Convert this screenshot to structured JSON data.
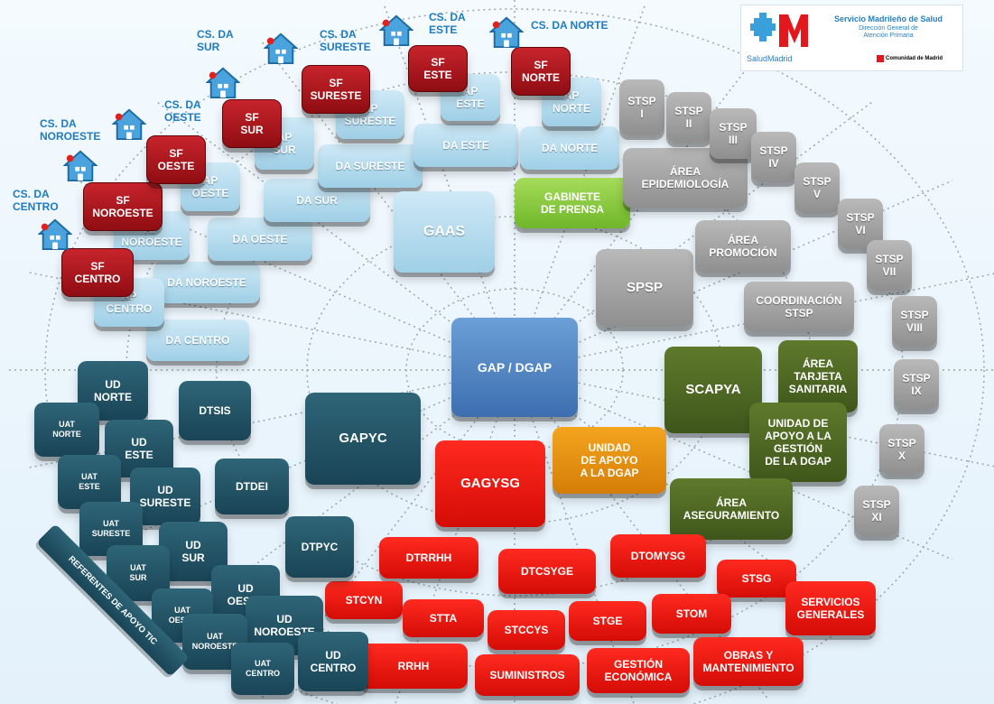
{
  "logo": {
    "org_name": "Servicio Madrileño de Salud",
    "subtitle": "Dirección General de\nAtención Primaria",
    "region": "Comunidad de Madrid",
    "brand": "SaludMadrid"
  },
  "centers": [
    {
      "label": "CS. DA\nCENTRO"
    },
    {
      "label": "CS. DA\nNOROESTE"
    },
    {
      "label": "CS. DA\nOESTE"
    },
    {
      "label": "CS. DA\nSUR"
    },
    {
      "label": "CS. DA\nSURESTE"
    },
    {
      "label": "CS. DA\nESTE"
    },
    {
      "label": "CS. DA NORTE"
    }
  ],
  "sf_boxes": [
    "SF\nCENTRO",
    "SF\nNOROESTE",
    "SF\nOESTE",
    "SF\nSUR",
    "SF\nSURESTE",
    "SF\nESTE",
    "SF\nNORTE"
  ],
  "ap_boxes": [
    "AP\nCENTRO",
    "AP\nNOROESTE",
    "AP\nOESTE",
    "AP\nSUR",
    "AP\nSURESTE",
    "AP\nESTE",
    "AP\nNORTE"
  ],
  "da_boxes": [
    "DA CENTRO",
    "DA NOROESTE",
    "DA OESTE",
    "DA SUR",
    "DA SURESTE",
    "DA ESTE",
    "DA NORTE"
  ],
  "gaas": "GAAS",
  "gabinete": "GABINETE\nDE PRENSA",
  "center": "GAP / DGAP",
  "spsp": "SPSP",
  "area_epidemiologia": "ÁREA\nEPIDEMIOLOGÍA",
  "area_promocion": "ÁREA\nPROMOCIÓN",
  "coordinacion": "COORDINACIÓN\nSTSP",
  "stsp": [
    "STSP\nI",
    "STSP\nII",
    "STSP\nIII",
    "STSP\nIV",
    "STSP\nV",
    "STSP\nVI",
    "STSP\nVII",
    "STSP\nVIII",
    "STSP\nIX",
    "STSP\nX",
    "STSP\nXI"
  ],
  "scapya": "SCAPYA",
  "tarjeta": "ÁREA\nTARJETA\nSANITARIA",
  "unidad_apoyo_gestion": "UNIDAD DE\nAPOYO A LA\nGESTIÓN\nDE LA DGAP",
  "aseguramiento": "ÁREA\nASEGURAMIENTO",
  "unidad_apoyo_dgap": "UNIDAD\nDE APOYO\nA LA DGAP",
  "gagysg": "GAGYSG",
  "red_boxes": [
    "DTRRHH",
    "DTCSYGE",
    "DTOMYSG",
    "STSG",
    "STCYN",
    "STTA",
    "STCCYS",
    "STGE",
    "STOM",
    "SERVICIOS\nGENERALES",
    "RRHH",
    "SUMINISTROS",
    "GESTIÓN\nECONÓMICA",
    "OBRAS Y\nMANTENIMIENTO"
  ],
  "gapyc": "GAPYC",
  "teal_boxes": [
    "DTSIS",
    "DTDEI",
    "DTPYC"
  ],
  "ud_boxes": [
    "UD\nNORTE",
    "UD\nESTE",
    "UD\nSURESTE",
    "UD\nSUR",
    "UD\nOESTE",
    "UD\nNOROESTE",
    "UD\nCENTRO"
  ],
  "uat_boxes": [
    "UAT\nNORTE",
    "UAT\nESTE",
    "UAT\nSURESTE",
    "UAT\nSUR",
    "UAT\nOESTE",
    "UAT\nNOROESTE",
    "UAT\nCENTRO"
  ],
  "ribbon": "REFERENTES DE APOYO TIC",
  "colors": {
    "light_blue": "#a8d4ea",
    "dark_red": "#a1161c",
    "teal": "#1f4f61",
    "gray": "#a3a3a3",
    "red": "#ee1c14",
    "olive": "#4d6623",
    "orange": "#ee9410",
    "light_green": "#8dcb43",
    "blue": "#4f82c2",
    "center_label_blue": "#1f7cbf"
  }
}
